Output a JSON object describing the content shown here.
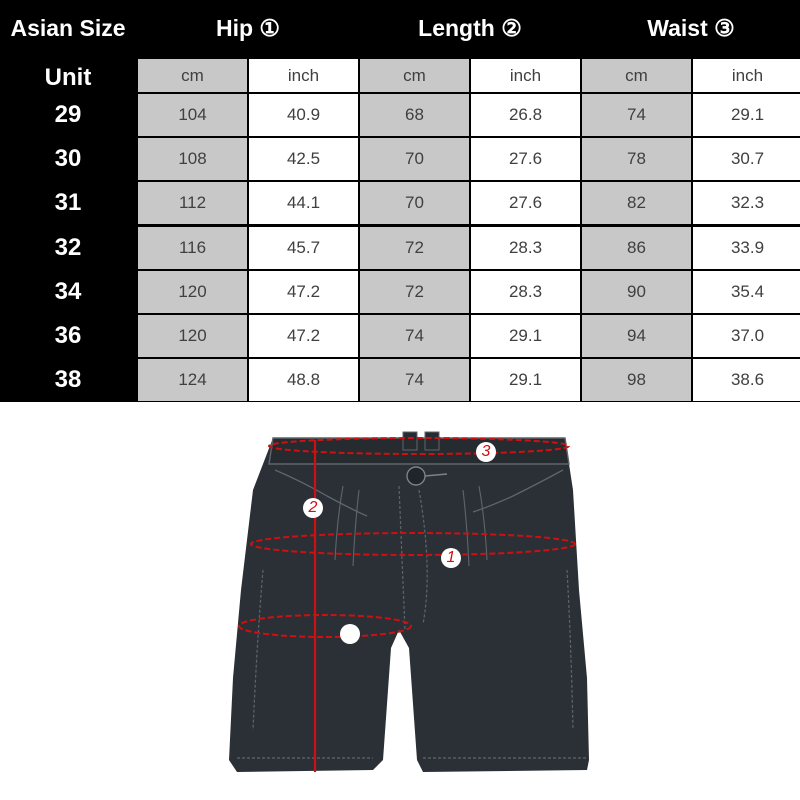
{
  "table": {
    "corner_label": "Asian Size",
    "unit_label": "Unit",
    "columns": [
      {
        "name": "Hip",
        "marker": "①"
      },
      {
        "name": "Length",
        "marker": "②"
      },
      {
        "name": "Waist",
        "marker": "③"
      }
    ],
    "units": [
      "cm",
      "inch"
    ],
    "rows": [
      {
        "size": "29",
        "values": [
          "104",
          "40.9",
          "68",
          "26.8",
          "74",
          "29.1"
        ]
      },
      {
        "size": "30",
        "values": [
          "108",
          "42.5",
          "70",
          "27.6",
          "78",
          "30.7"
        ]
      },
      {
        "size": "31",
        "values": [
          "112",
          "44.1",
          "70",
          "27.6",
          "82",
          "32.3"
        ]
      },
      {
        "size": "32",
        "values": [
          "116",
          "45.7",
          "72",
          "28.3",
          "86",
          "33.9"
        ]
      },
      {
        "size": "34",
        "values": [
          "120",
          "47.2",
          "72",
          "28.3",
          "90",
          "35.4"
        ]
      },
      {
        "size": "36",
        "values": [
          "120",
          "47.2",
          "74",
          "29.1",
          "94",
          "37.0"
        ]
      },
      {
        "size": "38",
        "values": [
          "124",
          "48.8",
          "74",
          "29.1",
          "98",
          "38.6"
        ]
      }
    ]
  },
  "diagram": {
    "markers": [
      "1",
      "2",
      "3"
    ],
    "colors": {
      "fabric": "#2a3036",
      "stitch": "#5d666c",
      "measure": "#d01010"
    }
  }
}
